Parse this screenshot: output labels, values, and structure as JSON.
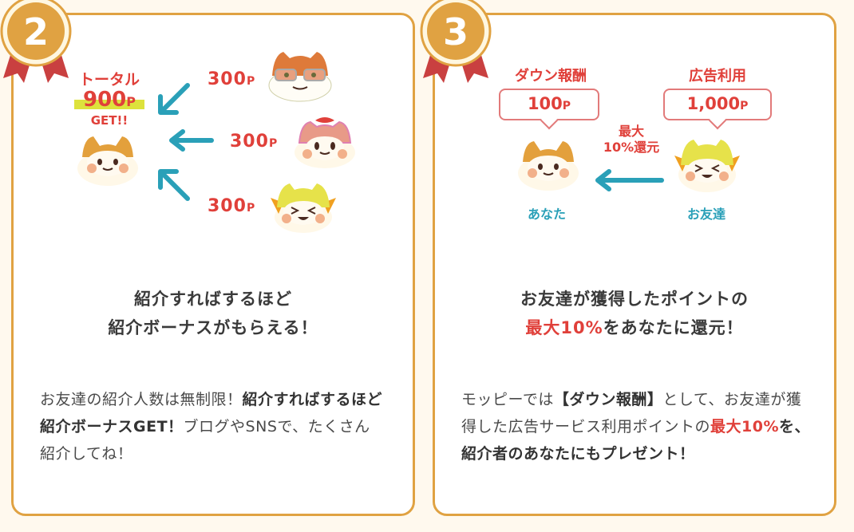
{
  "cards": [
    {
      "number": "2",
      "illustration": {
        "total_label": "トータル",
        "total_points": "900",
        "total_unit": "P",
        "get_label": "GET!!",
        "incoming": [
          {
            "points": "300",
            "unit": "P",
            "character": "glasses-squirrel"
          },
          {
            "points": "300",
            "unit": "P",
            "character": "ribbon-squirrel"
          },
          {
            "points": "300",
            "unit": "P",
            "character": "yellow-squirrel"
          }
        ]
      },
      "title_line1": "紹介すればするほど",
      "title_line2": "紹介ボーナスがもらえる！",
      "body": {
        "part1": "お友達の紹介人数は無制限！",
        "bold1": "紹介すればするほど紹介ボーナスGET！",
        "part2": "ブログやSNSで、たくさん紹介してね！"
      }
    },
    {
      "number": "3",
      "illustration": {
        "left_label": "ダウン報酬",
        "left_points": "100",
        "left_unit": "P",
        "right_label": "広告利用",
        "right_points": "1,000",
        "right_unit": "P",
        "return_line1": "最大",
        "return_line2": "10%還元",
        "you_label": "あなた",
        "friend_label": "お友達"
      },
      "title_line1": "お友達が獲得したポイントの",
      "title_red": "最大10%",
      "title_line2_rest": "をあなたに還元！",
      "body": {
        "part1": "モッピーでは",
        "bold1": "【ダウン報酬】",
        "part2": "として、お友達が獲得した広告サービス利用ポイントの",
        "red1": "最大10%",
        "bold2": "を、紹介者のあなたにもプレゼント！"
      }
    }
  ],
  "colors": {
    "background": "#fff9ee",
    "card_border": "#e0a242",
    "medal": "#e0a242",
    "ribbon": "#c94040",
    "accent_red": "#e0403a",
    "arrow_teal": "#2aa0b8",
    "highlight_yellow": "#dde23c"
  }
}
